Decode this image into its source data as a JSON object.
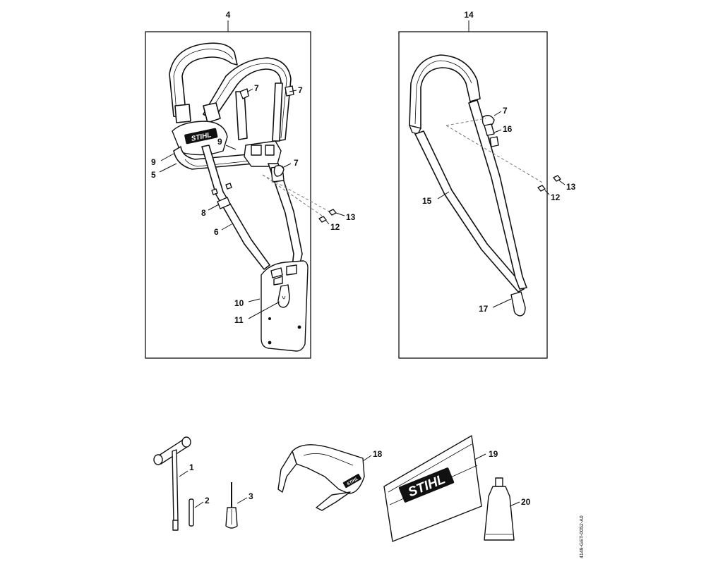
{
  "brand_logo": "STIHL",
  "drawing_code": "4149-GET-0052-A0",
  "callouts": {
    "frame_left": "4",
    "frame_right": "14",
    "left_7a": "7",
    "left_7b": "7",
    "left_9a": "9",
    "left_9b": "9",
    "left_5": "5",
    "left_7c": "7",
    "left_8": "8",
    "left_13": "13",
    "left_12": "12",
    "left_6": "6",
    "left_10": "10",
    "left_11": "11",
    "right_7": "7",
    "right_16": "16",
    "right_13": "13",
    "right_12": "12",
    "right_15": "15",
    "right_17": "17",
    "tool_1": "1",
    "tool_2": "2",
    "tool_3": "3",
    "tool_18": "18",
    "tool_19": "19",
    "tool_20": "20"
  }
}
